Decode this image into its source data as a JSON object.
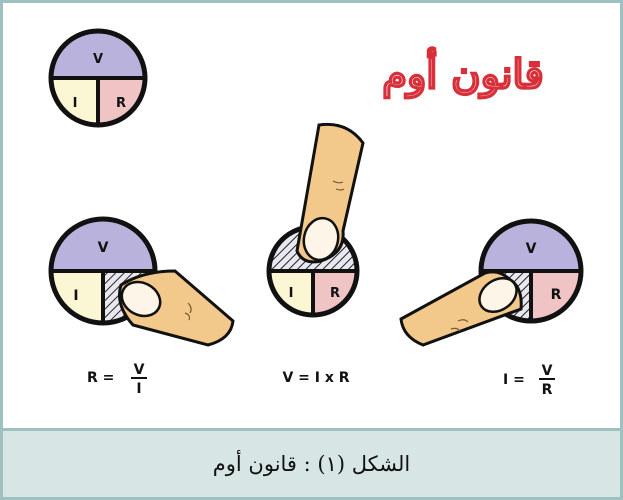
{
  "title": "قانون أوم",
  "caption": "الشكل (١) : قانون أوم",
  "circle_labels": {
    "voltage": "V",
    "current": "I",
    "resistance": "R"
  },
  "formulas": {
    "resistance": {
      "lhs": "R =",
      "numerator": "V",
      "denominator": "I"
    },
    "voltage": {
      "text": "V = I x R"
    },
    "current": {
      "lhs": "I =",
      "numerator": "V",
      "denominator": "R"
    }
  },
  "colors": {
    "voltage_section": "#b9b2dc",
    "current_section": "#fbf6d4",
    "resistance_section": "#f0c3c5",
    "title": "#d8303a",
    "caption_bg": "#d7e6e5",
    "frame": "#9ec0bf",
    "finger": "#f2c98a"
  }
}
